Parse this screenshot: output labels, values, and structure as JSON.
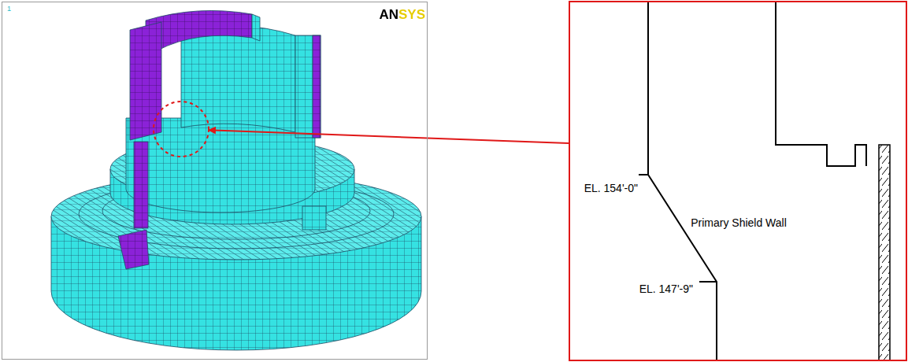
{
  "diagram": {
    "nodes": [
      {
        "text": [
          "1",
          "ANSYS"
        ]
      },
      {
        "text": [
          "EL. 154'-0\"",
          "Primary Shield Wall",
          "EL. 147'-9\""
        ]
      }
    ],
    "edges": [
      {
        "from": 1,
        "to": 0,
        "arrow": "to"
      }
    ]
  }
}
